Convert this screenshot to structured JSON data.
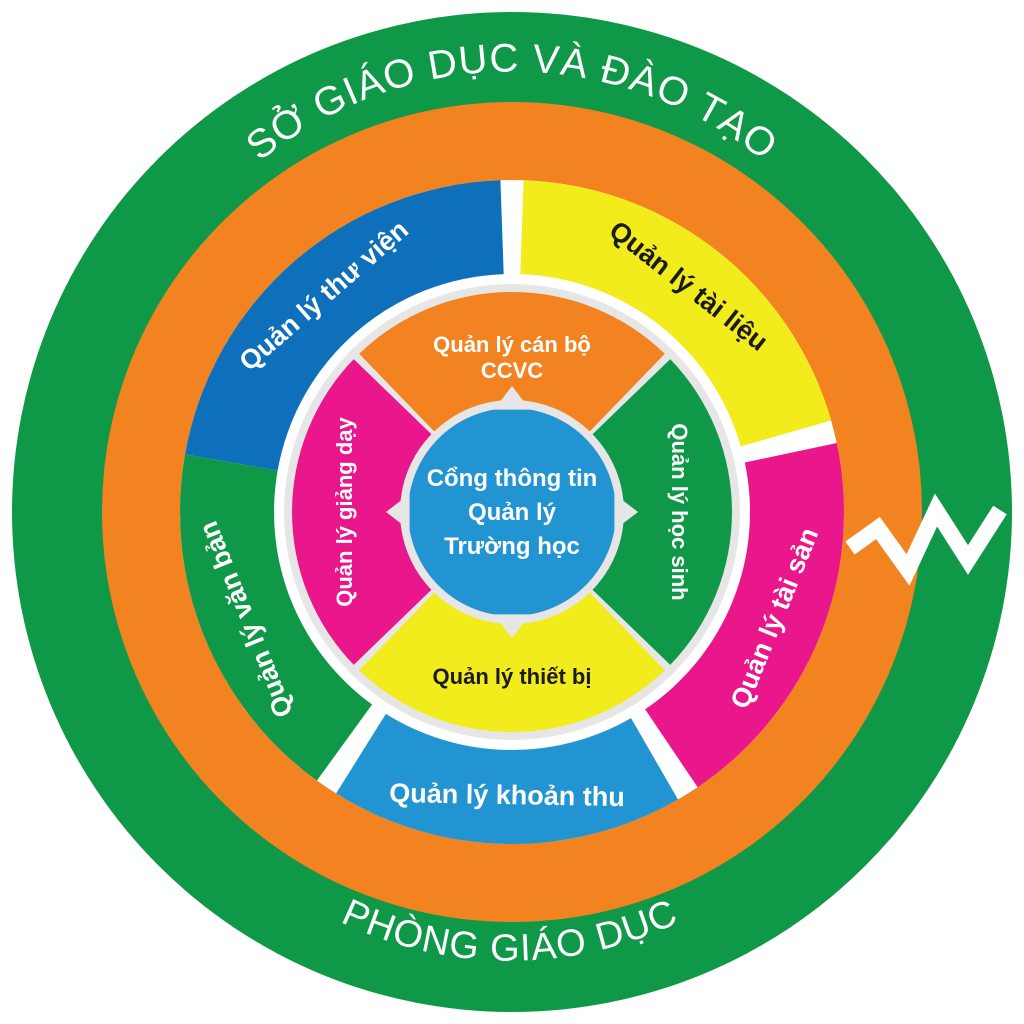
{
  "outer_ring": {
    "label": "SỞ GIÁO DỤC VÀ ĐÀO TẠO",
    "color": "#0f9848"
  },
  "middle_ring": {
    "label": "PHÒNG GIÁO DỤC",
    "color": "#f38221"
  },
  "segments": [
    {
      "label": "Quản lý thư viện",
      "color": "#0e6fba",
      "text_color": "#ffffff"
    },
    {
      "label": "Quản lý tài liệu",
      "color": "#f3ec1d",
      "text_color": "#1a1a1a"
    },
    {
      "label": "Quản lý tài sản",
      "color": "#e9168c",
      "text_color": "#ffffff"
    },
    {
      "label": "Quản lý khoản thu",
      "color": "#2294d2",
      "text_color": "#ffffff"
    },
    {
      "label": "Quản lý văn bản",
      "color": "#0f9848",
      "text_color": "#ffffff"
    }
  ],
  "inner_segments": [
    {
      "label_line1": "Quản lý cán bộ",
      "label_line2": "CCVC",
      "color": "#f38221",
      "text_color": "#ffffff"
    },
    {
      "label_line1": "Quản lý học sinh",
      "label_line2": "",
      "color": "#0f9848",
      "text_color": "#ffffff"
    },
    {
      "label_line1": "Quản lý thiết bị",
      "label_line2": "",
      "color": "#f3ec1d",
      "text_color": "#1a1a1a"
    },
    {
      "label_line1": "Quản lý giảng dạy",
      "label_line2": "",
      "color": "#e9168c",
      "text_color": "#ffffff"
    }
  ],
  "center": {
    "line1": "Cổng thông tin",
    "line2": "Quản lý",
    "line3": "Trường học",
    "color": "#2294d2"
  },
  "separator_color": "#e6e6e6"
}
